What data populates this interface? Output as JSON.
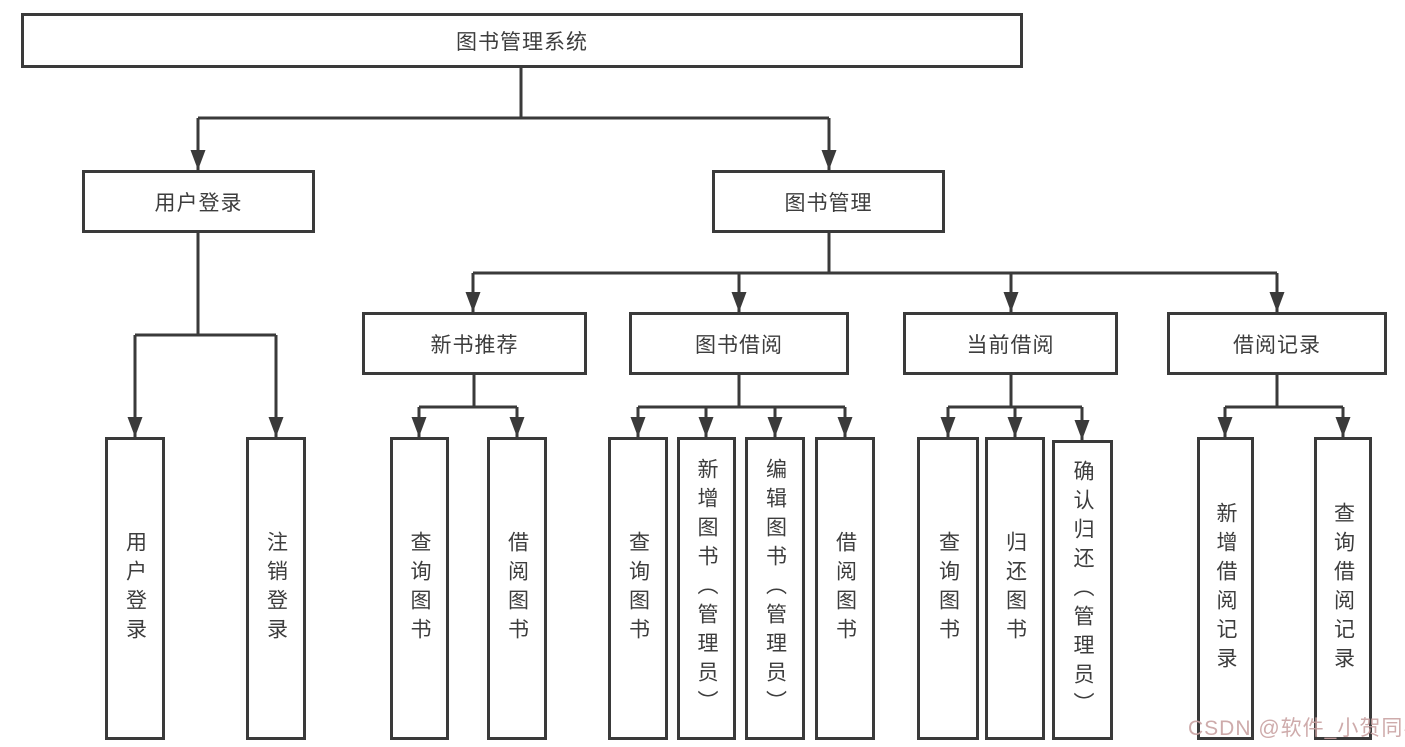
{
  "title": "图书管理系统",
  "colors": {
    "line": "#3a3a3a",
    "text": "#3d3d3d",
    "background": "#ffffff",
    "watermark": "#c9a2a2"
  },
  "watermark": "CSDN @软件_小贺同学",
  "tree": {
    "label": "图书管理系统",
    "children": [
      {
        "label": "用户登录",
        "children": [
          {
            "label": "用户登录"
          },
          {
            "label": "注销登录"
          }
        ]
      },
      {
        "label": "图书管理",
        "children": [
          {
            "label": "新书推荐",
            "children": [
              {
                "label": "查询图书"
              },
              {
                "label": "借阅图书"
              }
            ]
          },
          {
            "label": "图书借阅",
            "children": [
              {
                "label": "查询图书"
              },
              {
                "label": "新增图书（管理员）"
              },
              {
                "label": "编辑图书（管理员）"
              },
              {
                "label": "借阅图书"
              }
            ]
          },
          {
            "label": "当前借阅",
            "children": [
              {
                "label": "查询图书"
              },
              {
                "label": "归还图书"
              },
              {
                "label": "确认归还（管理员）"
              }
            ]
          },
          {
            "label": "借阅记录",
            "children": [
              {
                "label": "新增借阅记录"
              },
              {
                "label": "查询借阅记录"
              }
            ]
          }
        ]
      }
    ]
  }
}
